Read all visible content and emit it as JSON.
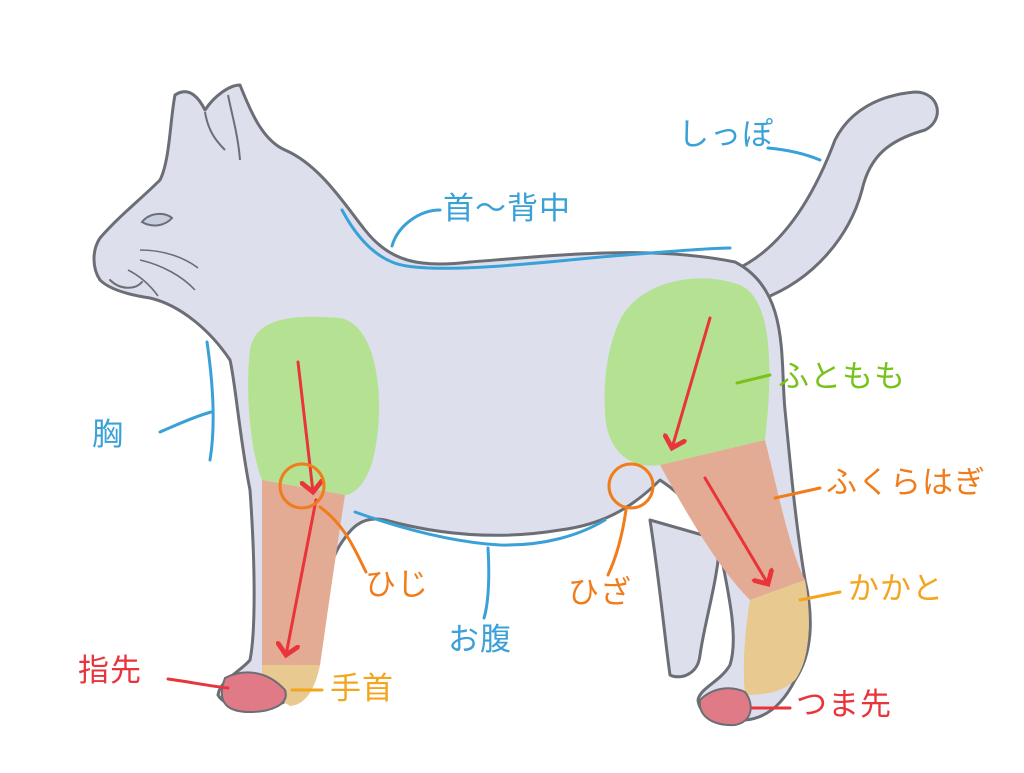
{
  "labels": {
    "tail": "しっぽ",
    "neck_back": "首〜背中",
    "chest": "胸",
    "belly": "お腹",
    "thigh": "ふともも",
    "calf": "ふくらはぎ",
    "elbow": "ひじ",
    "knee": "ひざ",
    "heel": "かかと",
    "wrist": "手首",
    "toes_front": "指先",
    "toes_back": "つま先"
  },
  "colors": {
    "body_fill": "#dde0ec",
    "outline": "#6b6e74",
    "thigh_zone": "#b5e193",
    "calf_zone": "#e3ab93",
    "ankle_zone": "#e8c98f",
    "paw_zone": "#e07a87",
    "arrow": "#e8343a",
    "joint_ring": "#f07c1c",
    "blue_label": "#3aa1d8",
    "yellow_label": "#f4a51d"
  }
}
